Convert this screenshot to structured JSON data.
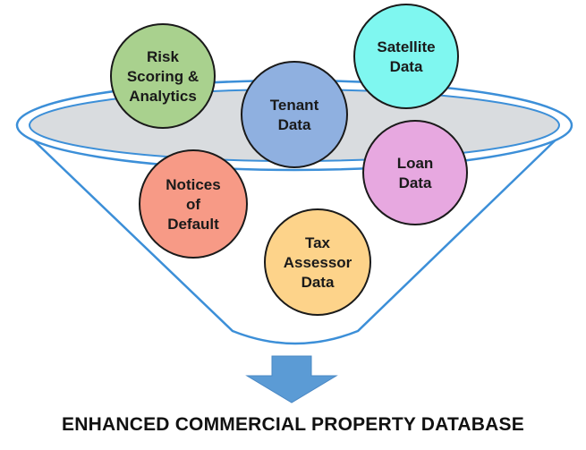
{
  "colors": {
    "funnel_outline": "#3c8fd8",
    "funnel_rim_fill": "#d9dcdf",
    "arrow": "#5b9bd5",
    "risk": "#a9d18e",
    "tenant": "#8fb0e0",
    "satellite": "#7ff7f0",
    "loan": "#e7a8e0",
    "notices": "#f79a86",
    "tax": "#fdd38a"
  },
  "bubbles": [
    {
      "id": "risk",
      "lines": [
        "Risk",
        "Scoring &",
        "Analytics"
      ],
      "color": "risk"
    },
    {
      "id": "satellite",
      "lines": [
        "Satellite",
        "Data"
      ],
      "color": "satellite"
    },
    {
      "id": "tenant",
      "lines": [
        "Tenant",
        "Data"
      ],
      "color": "tenant"
    },
    {
      "id": "loan",
      "lines": [
        "Loan",
        "Data"
      ],
      "color": "loan"
    },
    {
      "id": "notices",
      "lines": [
        "Notices",
        "of",
        "Default"
      ],
      "color": "notices"
    },
    {
      "id": "tax",
      "lines": [
        "Tax",
        "Assessor",
        "Data"
      ],
      "color": "tax"
    }
  ],
  "caption": "ENHANCED COMMERCIAL PROPERTY DATABASE",
  "icons": {
    "arrow": "down-arrow-icon"
  }
}
